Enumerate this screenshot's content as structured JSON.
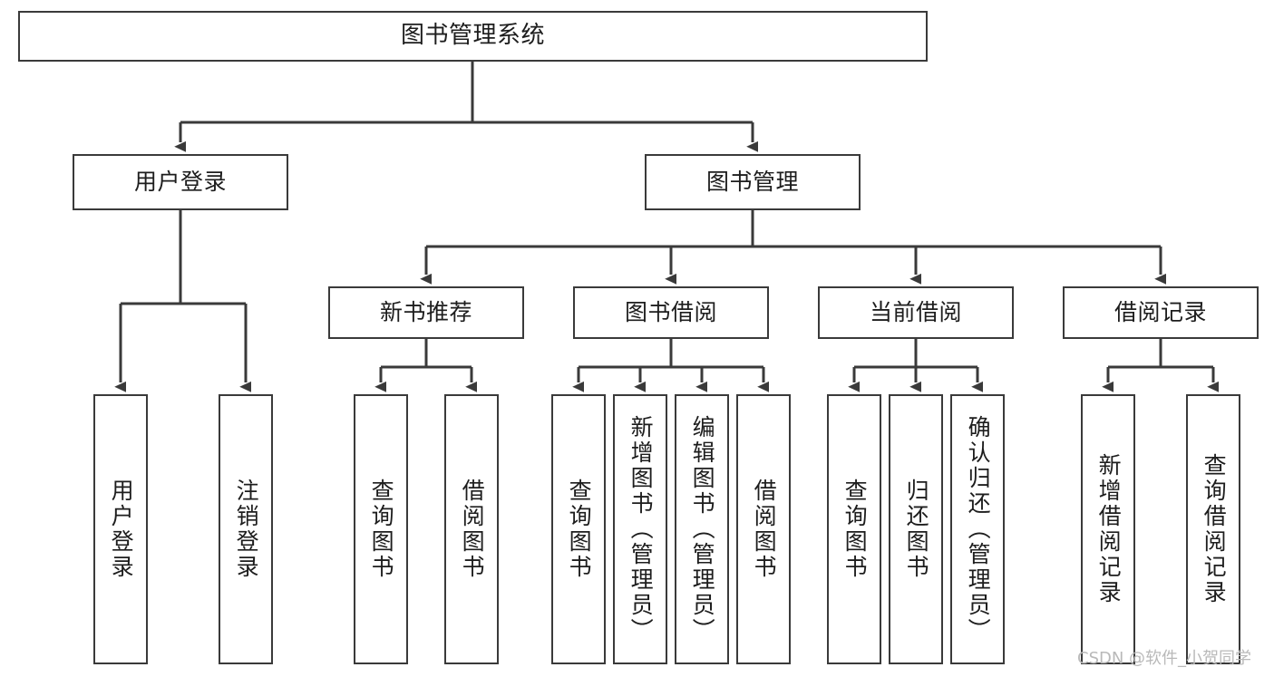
{
  "diagram": {
    "title": "图书管理系统",
    "watermark": "CSDN @软件_小贺同学",
    "stroke_color": "#3a3a3a",
    "background_color": "#ffffff",
    "text_color": "#1d1d1d",
    "levels": {
      "root": {
        "label": "图书管理系统"
      },
      "level2": [
        {
          "label": "用户登录"
        },
        {
          "label": "图书管理"
        }
      ],
      "level3": [
        {
          "label": "新书推荐"
        },
        {
          "label": "图书借阅"
        },
        {
          "label": "当前借阅"
        },
        {
          "label": "借阅记录"
        }
      ],
      "leaves_user_login": [
        {
          "label": "用户登录"
        },
        {
          "label": "注销登录"
        }
      ],
      "leaves_new_book": [
        {
          "label": "查询图书"
        },
        {
          "label": "借阅图书"
        }
      ],
      "leaves_borrow": [
        {
          "label": "查询图书"
        },
        {
          "label": "新增图书（管理员）"
        },
        {
          "label": "编辑图书（管理员）"
        },
        {
          "label": "借阅图书"
        }
      ],
      "leaves_current": [
        {
          "label": "查询图书"
        },
        {
          "label": "归还图书"
        },
        {
          "label": "确认归还（管理员）"
        }
      ],
      "leaves_records": [
        {
          "label": "新增借阅记录"
        },
        {
          "label": "查询借阅记录"
        }
      ]
    }
  }
}
